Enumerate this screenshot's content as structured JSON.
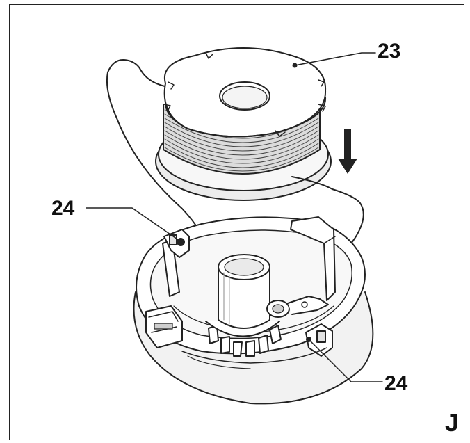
{
  "figure_letter": "J",
  "callouts": {
    "spool": "23",
    "line_guide_left": "24",
    "line_guide_right": "24"
  },
  "colors": {
    "ink": "#222222",
    "paper": "#ffffff",
    "shade": "#e4e4e4"
  }
}
